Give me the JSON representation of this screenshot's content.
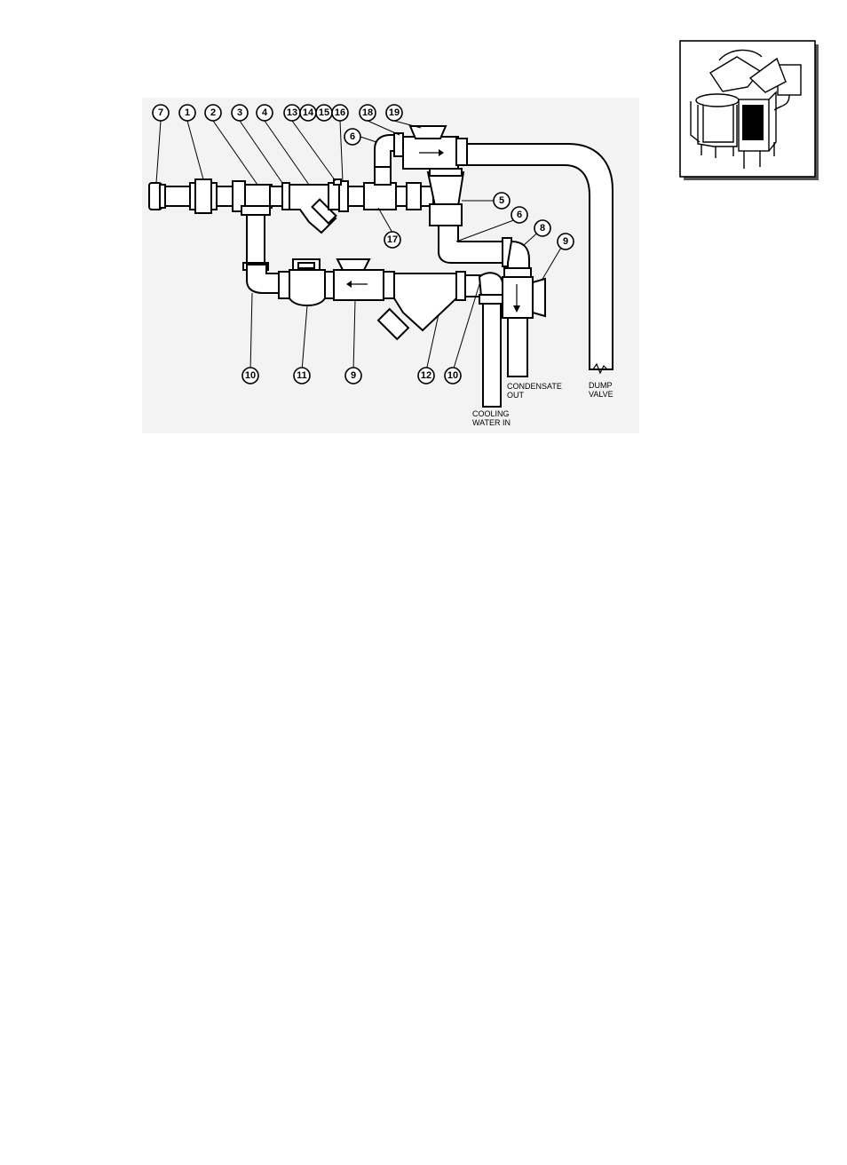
{
  "callouts": {
    "c7": "7",
    "c1": "1",
    "c2": "2",
    "c3": "3",
    "c4": "4",
    "c13": "13",
    "c14": "14",
    "c15": "15",
    "c16": "16",
    "c18": "18",
    "c19": "19",
    "c6a": "6",
    "c5": "5",
    "c6b": "6",
    "c8": "8",
    "c9a": "9",
    "c17": "17",
    "c10a": "10",
    "c11": "11",
    "c9b": "9",
    "c12": "12",
    "c10b": "10"
  },
  "labels": {
    "condensate_line1": "CONDENSATE",
    "condensate_line2": "OUT",
    "cooling_line1": "COOLING",
    "cooling_line2": "WATER IN",
    "dump_line1": "DUMP",
    "dump_line2": "VALVE"
  },
  "inset": {
    "icon": "steam-kettle-locator-icon",
    "highlight_color": "#000000"
  }
}
